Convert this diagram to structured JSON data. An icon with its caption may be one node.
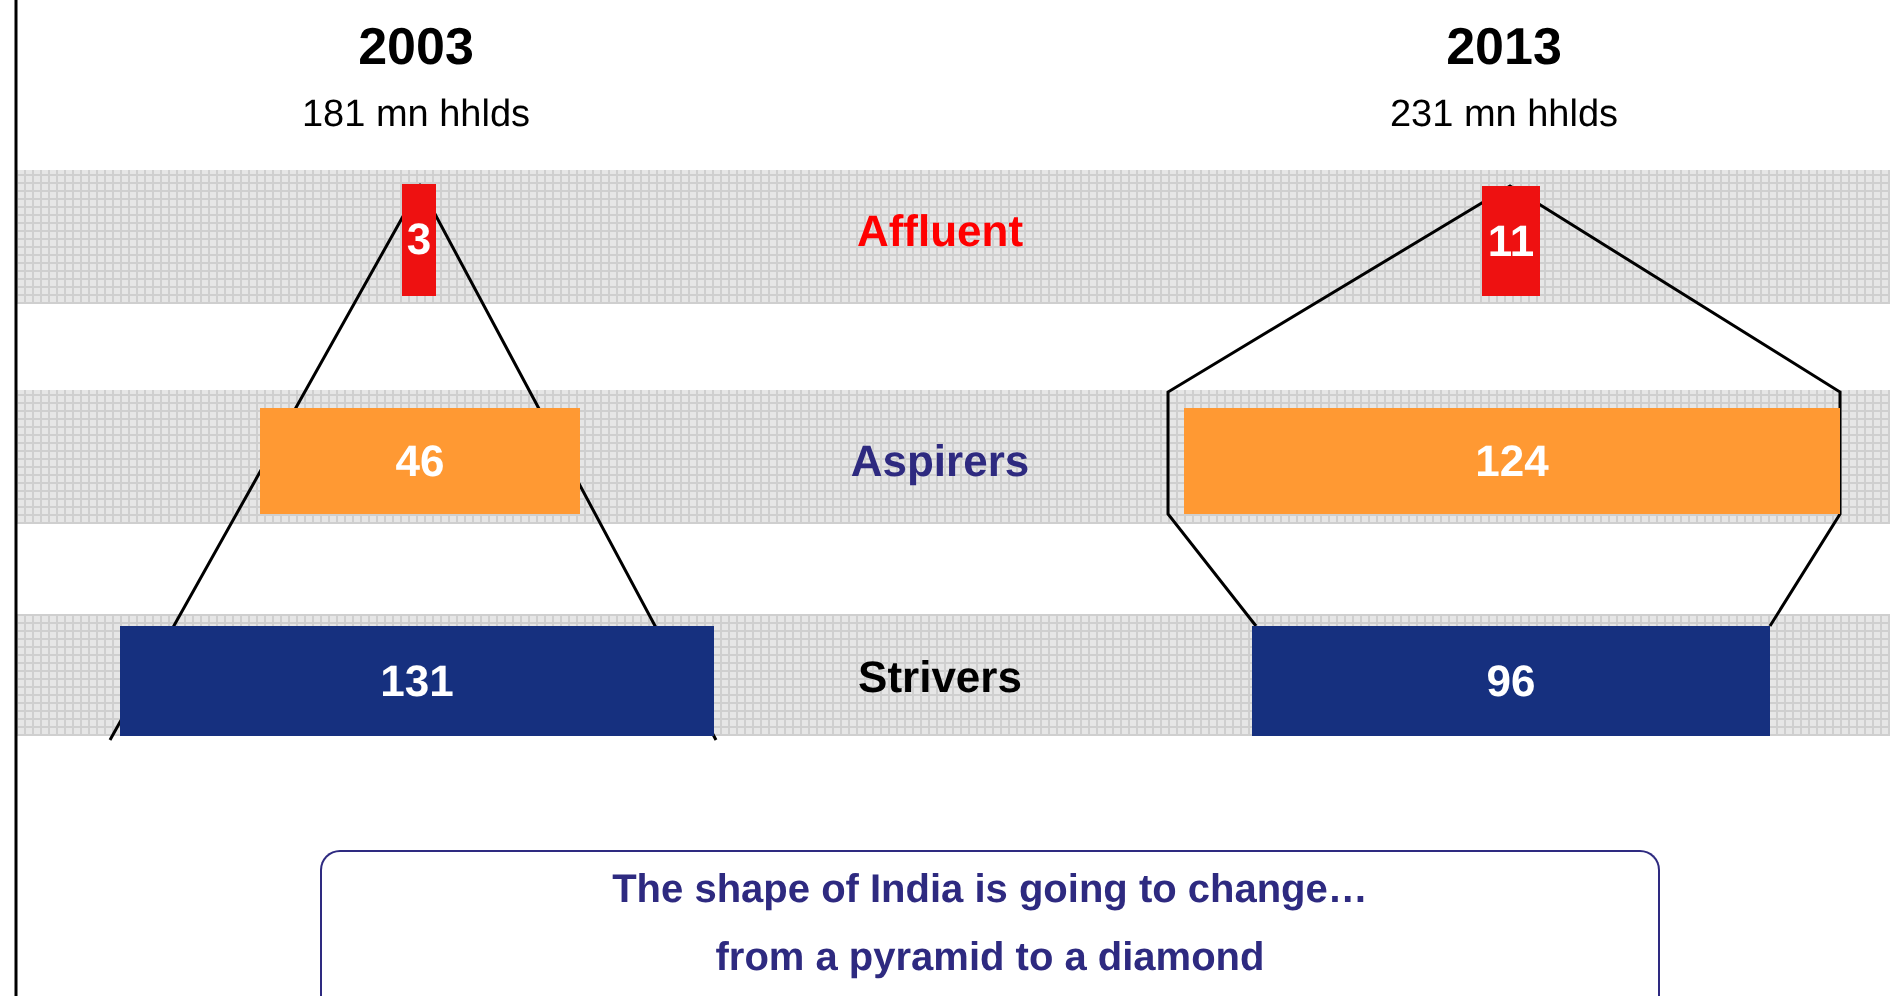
{
  "diagram": {
    "nodes": [
      {
        "text": [
          "Affluent"
        ]
      },
      {
        "text": [
          "3"
        ],
        "in": 0
      },
      {
        "text": [
          "11"
        ],
        "in": 0
      },
      {
        "text": [
          "Aspirers"
        ]
      },
      {
        "text": [
          "46"
        ],
        "in": 3
      },
      {
        "text": [
          "124"
        ],
        "in": 3
      },
      {
        "text": [
          "Strivers"
        ]
      },
      {
        "text": [
          "131"
        ],
        "in": 6
      },
      {
        "text": [
          "96"
        ],
        "in": 6
      },
      {
        "text": [
          "The shape of India is going to change… from a pyramid to a diamond"
        ]
      }
    ],
    "labels": [
      "2003",
      "181 mn hhlds",
      "2013",
      "231 mn hhlds"
    ]
  }
}
